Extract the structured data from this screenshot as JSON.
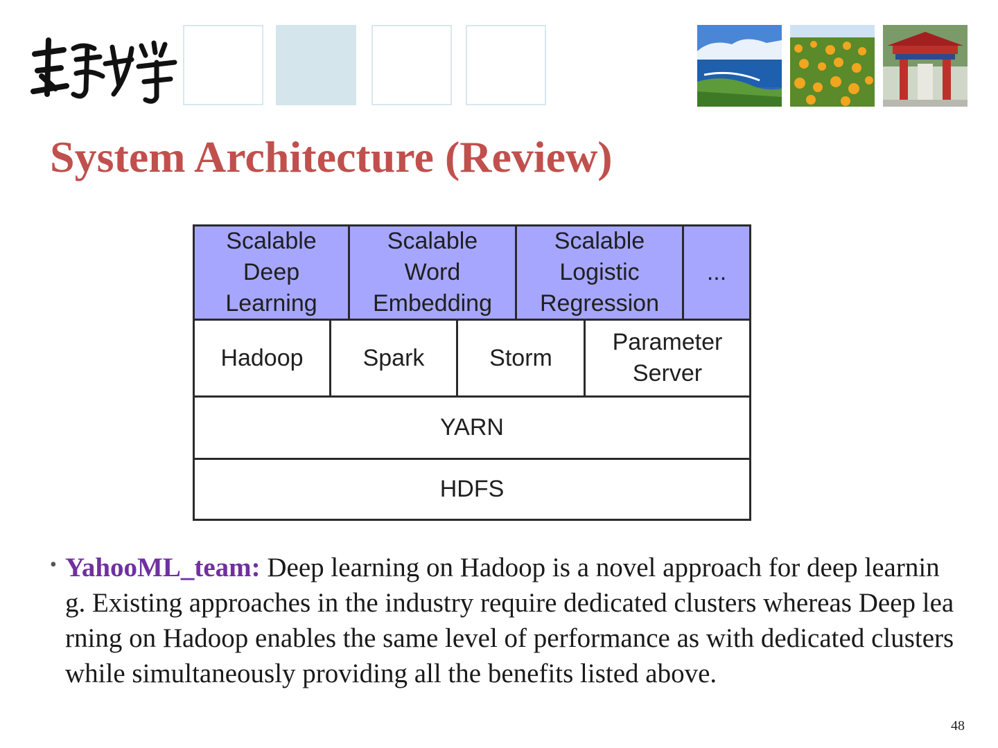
{
  "slide": {
    "title": "System Architecture (Review)",
    "page_number": "48"
  },
  "diagram": {
    "rows": [
      [
        "Scalable\nDeep\nLearning",
        "Scalable\nWord\nEmbedding",
        "Scalable\nLogistic\nRegression",
        "..."
      ],
      [
        "Hadoop",
        "Spark",
        "Storm",
        "Parameter\nServer"
      ],
      [
        "YARN"
      ],
      [
        "HDFS"
      ]
    ]
  },
  "bullets": [
    {
      "label": "YahooML_team:",
      "text": " Deep learning on Hadoop is a novel approach for deep learning. Existing approaches in the industry require dedicated clusters whereas Deep learning on Hadoop enables the same level of performance as with dedicated clusters while simultaneously providing all the benefits listed above."
    }
  ]
}
